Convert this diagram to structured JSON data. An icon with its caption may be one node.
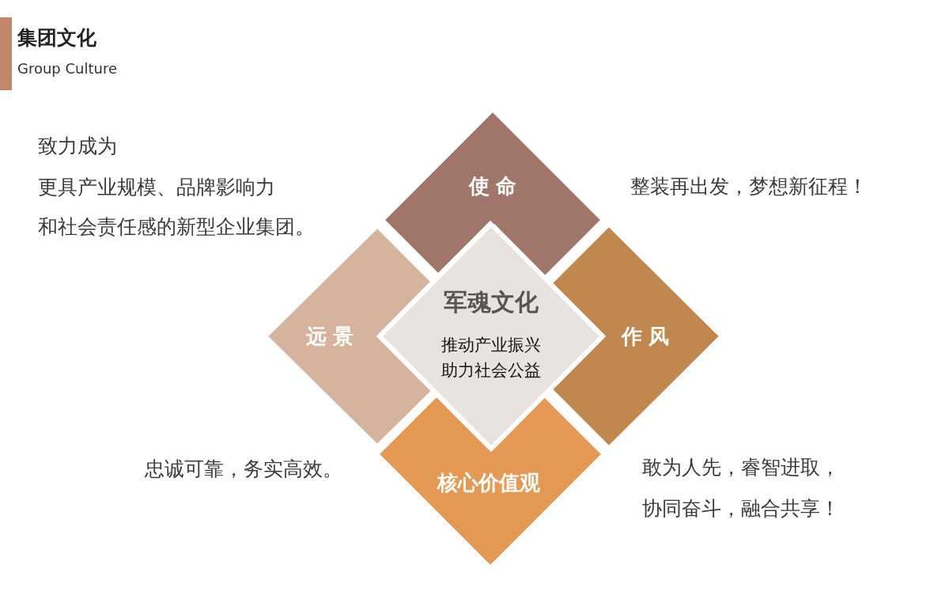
{
  "diagram": {
    "title": "集团文化",
    "nodes": [
      {
        "text": [
          "使命"
        ]
      },
      {
        "text": [
          "远景"
        ]
      },
      {
        "text": [
          "作风"
        ]
      },
      {
        "text": [
          "核心价值观"
        ]
      },
      {
        "text": [
          "军魂文化",
          "推动产业振兴",
          "助力社会公益"
        ]
      }
    ],
    "labels": [
      "Group Culture",
      "致力成为",
      "更具产业规模、品牌影响力",
      "和社会责任感的新型企业集团。",
      "整装再出发，梦想新征程！",
      "忠诚可靠，务实高效。",
      "敢为人先，睿智进取，",
      "协同奋斗，融合共享！"
    ]
  }
}
